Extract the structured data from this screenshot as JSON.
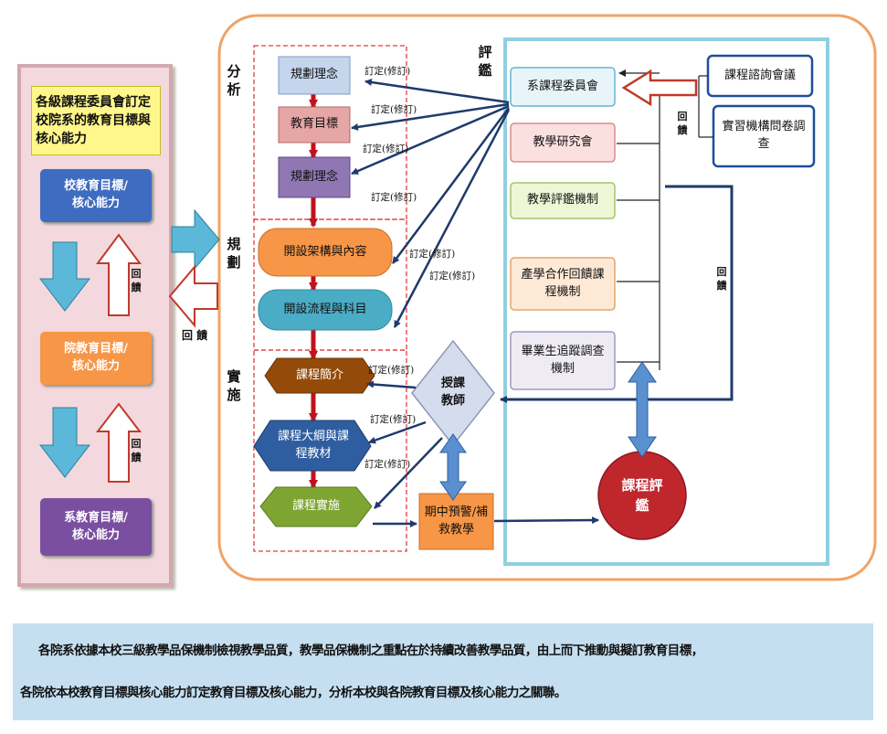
{
  "left_panel": {
    "yellow_note": "各級課程委員會訂定校院系的教育目標與核心能力",
    "school_box": "校教育目標/核心能力",
    "college_box": "院教育目標/核心能力",
    "dept_box": "系教育目標/核心能力",
    "feedback_1": "回饋",
    "feedback_2": "回饋",
    "feedback_3": "回 饋"
  },
  "phases": {
    "analysis": "分析",
    "planning": "規劃",
    "implementation": "實施",
    "evaluation": "評鑑"
  },
  "flow": {
    "box1": "規劃理念",
    "box2": "教育目標",
    "box3": "規劃理念",
    "box4": "開設架構與內容",
    "box5": "開設流程與科目",
    "box6": "課程簡介",
    "box7": "課程大綱與課程教材",
    "box8": "課程實施",
    "early_warning": "期中預警/補救教學",
    "teacher": "授課教師",
    "course_eval": "課程評鑑"
  },
  "annotations": [
    "訂定(修訂)",
    "訂定(修訂)",
    "訂定(修訂)",
    "訂定(修訂)",
    "訂定(修訂)",
    "訂定(修訂)",
    "訂定(修訂)",
    "訂定(修訂)",
    "訂定(修訂)"
  ],
  "evaluation_panel": {
    "committee": "系課程委員會",
    "teaching_research": "教學研究會",
    "teaching_eval": "教學評鑑機制",
    "industry": "產學合作回饋課程機制",
    "alumni": "畢業生追蹤調查機制",
    "advisory": "課程諮詢會議",
    "internship": "實習機構問卷調查",
    "feedback_a": "回饋",
    "feedback_b": "回饋"
  },
  "caption": {
    "line1": "各院系依據本校三級教學品保機制檢視教學品質，教學品保機制之重點在於持續改善教學品質，由上而下推動與擬訂教育目標，",
    "line2": "各院依本校教育目標與核心能力訂定教育目標及核心能力，分析本校與各院教育目標及核心能力之關聯。"
  },
  "colors": {
    "orange_border": "#f0a366",
    "blue_border": "#8fd0e0",
    "dark_arrow": "#1f3a6b",
    "red_arrow": "#c0121c",
    "caption_bg": "#c5dff1",
    "left_panel_bg": "#f3d9dd"
  }
}
